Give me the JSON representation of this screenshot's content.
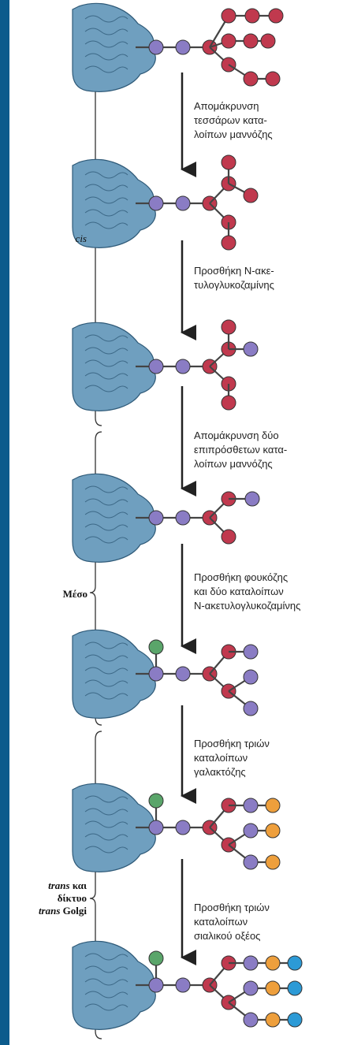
{
  "regions": [
    {
      "key": "cis",
      "label_lines": [
        "cis"
      ],
      "bold": []
    },
    {
      "key": "medial",
      "label_lines": [
        "Μέσο"
      ],
      "bold": []
    },
    {
      "key": "trans",
      "label_lines": [
        "trans και",
        "δίκτυο",
        "trans Golgi"
      ],
      "bold": [
        "trans",
        "δίκτυο",
        "trans Golgi"
      ]
    }
  ],
  "steps": [
    {
      "lines": [
        "Απομάκρυνση",
        "τεσσάρων κατα-",
        "λοίπων μαννόζης"
      ]
    },
    {
      "lines": [
        "Προσθήκη N-ακε-",
        "τυλογλυκοζαμίνης"
      ]
    },
    {
      "lines": [
        "Απομάκρυνση δύο",
        "επιπρόσθετων κατα-",
        "λοίπων μαννόζης"
      ]
    },
    {
      "lines": [
        "Προσθήκη φουκόζης",
        "και δύο καταλοίπων",
        "N-ακετυλογλυκοζαμίνης"
      ]
    },
    {
      "lines": [
        "Προσθήκη τριών",
        "καταλοίπων",
        "γαλακτόζης"
      ]
    },
    {
      "lines": [
        "Προσθήκη τριών",
        "καταλοίπων",
        "σιαλικού οξέος"
      ]
    }
  ],
  "colors": {
    "mannose": "#c0394e",
    "glcnac": "#8a7cc4",
    "fucose": "#5aa56a",
    "galactose": "#ee9f3c",
    "sialic_acid": "#2c9ad6",
    "protein": "#6f9fbf",
    "sidebar": "#0c5b8c"
  },
  "icons": [
    "protein-blob-icon",
    "down-arrow-icon",
    "bracket-icon"
  ]
}
